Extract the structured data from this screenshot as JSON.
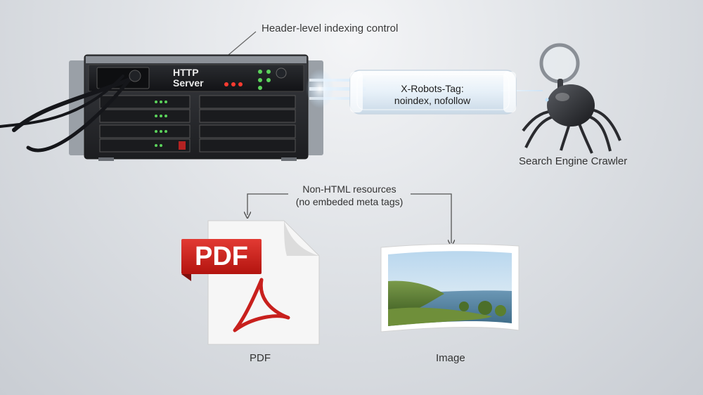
{
  "annotations": {
    "header_control": "Header-level indexing control",
    "non_html_line1": "Non-HTML resources",
    "non_html_line2": "(no embeded meta tags)"
  },
  "server": {
    "line1": "HTTP",
    "line2": "Server"
  },
  "header_tube": {
    "line1": "X-Robots-Tag:",
    "line2": "noindex, nofollow"
  },
  "crawler": {
    "label": "Search Engine Crawler",
    "icon": "spider-robot-with-magnifier"
  },
  "resources": {
    "pdf": {
      "badge": "PDF",
      "label": "PDF",
      "icon": "pdf-document-icon"
    },
    "image": {
      "label": "Image",
      "icon": "landscape-photo-icon"
    }
  },
  "colors": {
    "pdf_red": "#c8201d",
    "led_green": "#5bd35b",
    "led_red": "#ff3b30",
    "tube_glow": "#bfe2ff",
    "server_body": "#2b2d31"
  }
}
